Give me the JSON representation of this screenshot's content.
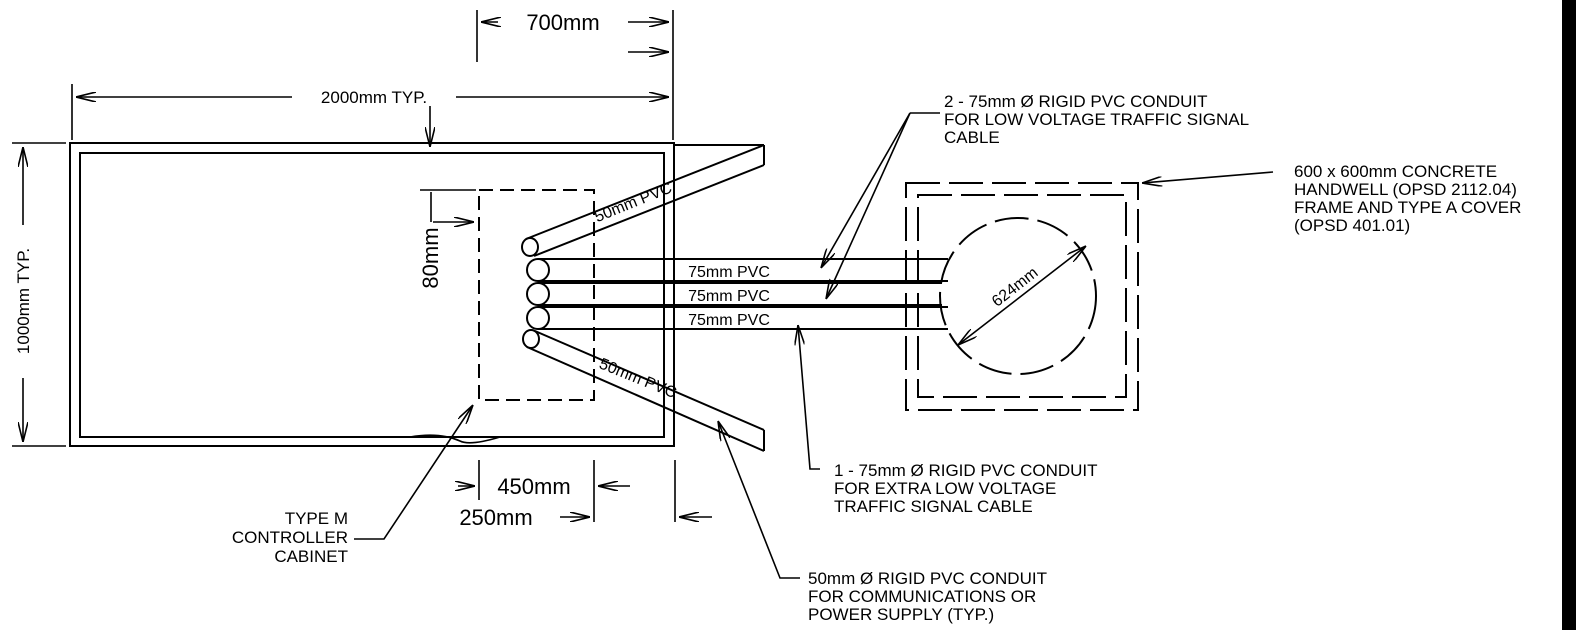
{
  "dimensions": {
    "d700": "700mm",
    "d2000": "2000mm  TYP.",
    "d1000": "1000mm  TYP.",
    "d80": "80mm",
    "d450": "450mm",
    "d250": "250mm",
    "d624": "624mm"
  },
  "conduits": {
    "pvc50_top": "50mm  PVC",
    "pvc50_bottom": "50mm  PVC",
    "pvc75": [
      "75mm  PVC",
      "75mm  PVC",
      "75mm  PVC"
    ]
  },
  "notes": {
    "low_voltage": [
      "2 - 75mm  Ø  RIGID PVC CONDUIT",
      "FOR LOW VOLTAGE TRAFFIC SIGNAL",
      "CABLE"
    ],
    "handwell": [
      "600 x 600mm CONCRETE",
      "HANDWELL (OPSD 2112.04)",
      "FRAME AND TYPE A COVER",
      "(OPSD 401.01)"
    ],
    "extra_low_voltage": [
      "1 - 75mm  Ø  RIGID PVC CONDUIT",
      "FOR EXTRA LOW VOLTAGE",
      "TRAFFIC SIGNAL CABLE"
    ],
    "communications": [
      "50mm  Ø  RIGID PVC CONDUIT",
      "FOR COMMUNICATIONS OR",
      "POWER SUPPLY (TYP.)"
    ],
    "cabinet": [
      "TYPE M",
      "CONTROLLER",
      "CABINET"
    ]
  }
}
